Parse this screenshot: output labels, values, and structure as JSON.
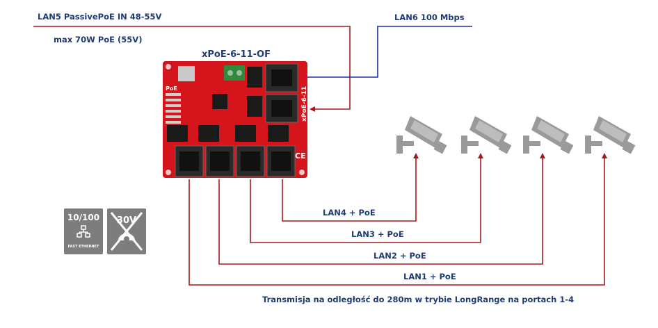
{
  "labels": {
    "lan5": "LAN5 PassivePoE IN 48-55V",
    "max_power": "max 70W PoE (55V)",
    "device": "xPoE-6-11-OF",
    "lan6": "LAN6 100 Mbps",
    "lan4": "LAN4 + PoE",
    "lan3": "LAN3 + PoE",
    "lan2": "LAN2 + PoE",
    "lan1": "LAN1 + PoE",
    "footer": "Transmisja na odległość do 280m w trybie LongRange na portach 1-4"
  },
  "badges": {
    "speed_top": "10/100",
    "speed_bottom": "FAST ETHERNET",
    "voltage": "30V"
  },
  "board_text": {
    "poe": "PoE",
    "side_label": "xPoE-6-11",
    "ce": "CE"
  },
  "colors": {
    "power_line": "#a31a1a",
    "data_line": "#1a2fa8",
    "board": "#d4151b",
    "camera": "#9a9a9a",
    "label_text": "#1f3b73",
    "badge": "#7d7d7d"
  },
  "icons": [
    "network-icon",
    "no-voltage-icon",
    "cctv-camera-icon"
  ]
}
